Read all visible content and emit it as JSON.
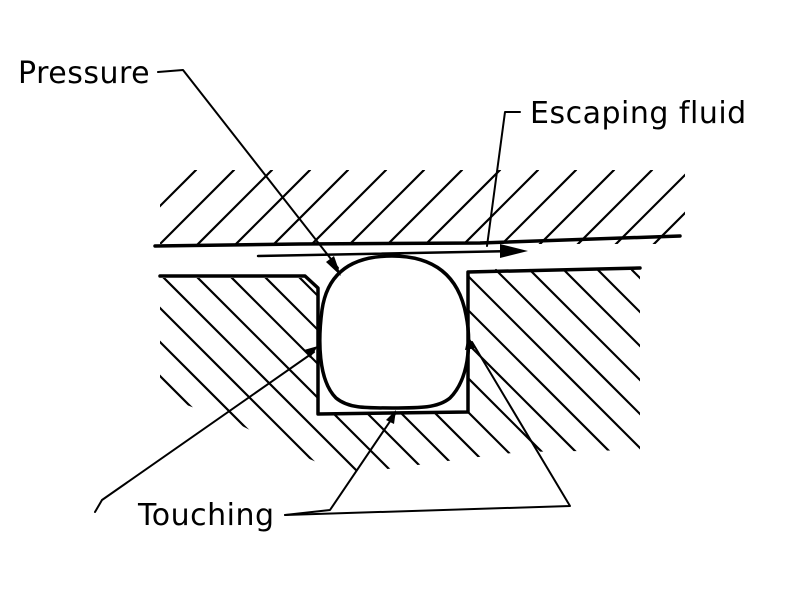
{
  "labels": {
    "pressure": "Pressure",
    "escaping_fluid": "Escaping fluid",
    "touching": "Touching"
  },
  "colors": {
    "ink": "#000000",
    "background": "#ffffff"
  }
}
